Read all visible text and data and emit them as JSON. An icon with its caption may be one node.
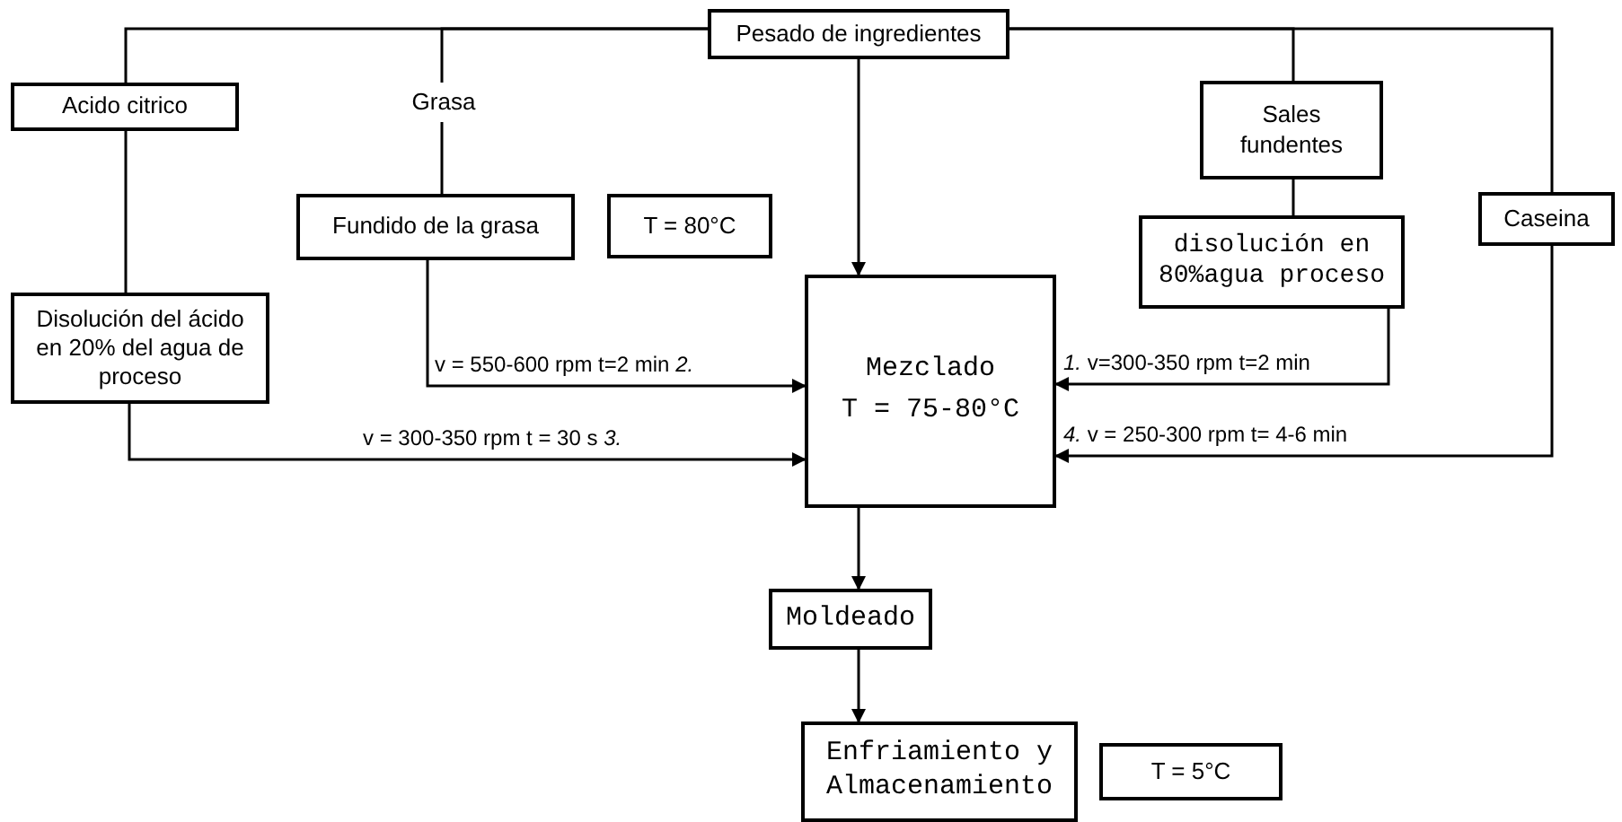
{
  "diagram": {
    "nodes": [
      {
        "text": [
          "Pesado de ingredientes"
        ]
      },
      {
        "text": [
          "Acido citrico"
        ]
      },
      {
        "text": [
          "Grasa"
        ]
      },
      {
        "text": [
          "Sales fundentes"
        ]
      },
      {
        "text": [
          "Caseina"
        ]
      },
      {
        "text": [
          "Fundido de la grasa"
        ]
      },
      {
        "text": [
          "T = 80°C"
        ]
      },
      {
        "text": [
          "disolución en 80%agua proceso"
        ]
      },
      {
        "text": [
          "Disolución del ácido en 20% del agua de proceso"
        ]
      },
      {
        "text": [
          "Mezclado",
          "T = 75-80°C"
        ]
      },
      {
        "text": [
          "Moldeado"
        ]
      },
      {
        "text": [
          "Enfriamiento y Almacenamiento"
        ]
      },
      {
        "text": [
          "T = 5°C"
        ]
      }
    ],
    "edges": [
      {
        "from": 0,
        "to": 1,
        "arrow": "none"
      },
      {
        "from": 0,
        "to": 2,
        "arrow": "none"
      },
      {
        "from": 0,
        "to": 3,
        "arrow": "none"
      },
      {
        "from": 0,
        "to": 4,
        "arrow": "none"
      },
      {
        "from": 0,
        "to": 9,
        "arrow": "to"
      },
      {
        "from": 1,
        "to": 8,
        "arrow": "none"
      },
      {
        "from": 2,
        "to": 5,
        "arrow": "none"
      },
      {
        "from": 3,
        "to": 7,
        "arrow": "none"
      },
      {
        "from": 5,
        "to": 9,
        "arrow": "to",
        "label": "v = 550-600 rpm  t=2 min *2.*"
      },
      {
        "from": 8,
        "to": 9,
        "arrow": "to",
        "label": "v = 300-350 rpm  t = 30 s *3.*"
      },
      {
        "from": 7,
        "to": 9,
        "arrow": "to",
        "label": "*1.* v=300-350 rpm t=2 min"
      },
      {
        "from": 4,
        "to": 9,
        "arrow": "to",
        "label": "*4.* v = 250-300 rpm  t= 4-6 min"
      },
      {
        "from": 9,
        "to": 10,
        "arrow": "to"
      },
      {
        "from": 10,
        "to": 11,
        "arrow": "to"
      }
    ]
  }
}
